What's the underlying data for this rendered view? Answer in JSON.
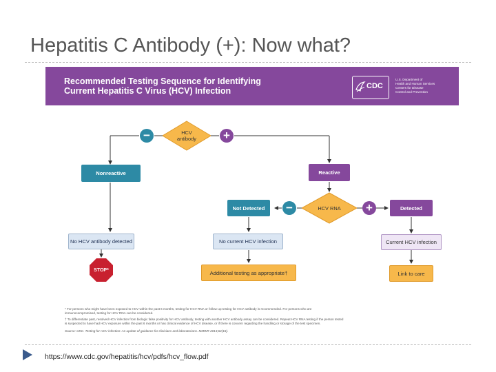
{
  "slide": {
    "title": "Hepatitis C Antibody (+): Now what?",
    "url": "https://www.cdc.gov/hepatitis/hcv/pdfs/hcv_flow.pdf"
  },
  "banner": {
    "title_line1": "Recommended Testing Sequence for Identifying",
    "title_line2": "Current Hepatitis C Virus (HCV) Infection",
    "logo_text": "CDC",
    "agency_lines": [
      "U.S. Department of",
      "Health and Human Services",
      "Centers for Disease",
      "Control and Prevention"
    ]
  },
  "flow": {
    "antibody_diamond_line1": "HCV",
    "antibody_diamond_line2": "antibody",
    "rna_diamond": "HCV RNA",
    "minus_symbol": "−",
    "plus_symbol": "+",
    "nonreactive": "Nonreactive",
    "reactive": "Reactive",
    "not_detected": "Not Detected",
    "detected": "Detected",
    "no_antibody": "No HCV antibody detected",
    "no_current": "No current HCV infection",
    "current": "Current HCV infection",
    "stop": "STOP*",
    "additional": "Additional testing as appropriate†",
    "link": "Link to care"
  },
  "footnotes": {
    "line1": "* For persons who might have been exposed to HCV within the past 6 months, testing for HCV RNA or follow-up testing for HCV antibody is recommended. For persons who are",
    "line2": "immunocompromised, testing for HCV RNA can be considered.",
    "line3": "† To differentiate past, resolved HCV infection from biologic false positivity for HCV antibody, testing with another HCV antibody assay can be considered. Repeat HCV RNA testing if the person tested",
    "line4": "is suspected to have had HCV exposure within the past 6 months or has clinical evidence of HCV disease, or if there is concern regarding the handling or storage of the test specimen.",
    "source": "Source: CDC. Testing for HCV infection: An update of guidance for clinicians and laboratorians. MMWR 2013;62(18)."
  },
  "colors": {
    "banner": "#85489c",
    "teal": "#2d8aa5",
    "orange": "#f7b84b",
    "stop_red": "#c8202f"
  }
}
